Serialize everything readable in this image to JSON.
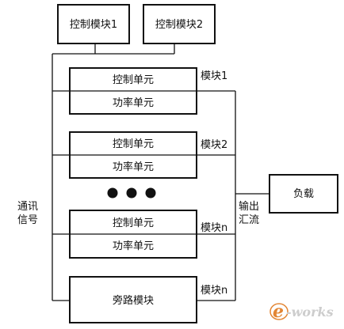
{
  "control_modules": [
    "控制模块1",
    "控制模块2"
  ],
  "stack": [
    {
      "top": "控制单元",
      "bottom": "功率单元",
      "tag": "模块1"
    },
    {
      "top": "控制单元",
      "bottom": "功率单元",
      "tag": "模块2"
    },
    {
      "top": "控制单元",
      "bottom": "功率单元",
      "tag": "模块n"
    }
  ],
  "bypass": {
    "label": "旁路模块",
    "tag": "模块n"
  },
  "comm_signal": [
    "通讯",
    "信号"
  ],
  "output_bus": [
    "输出",
    "汇流"
  ],
  "load": "负载",
  "watermark": {
    "e": "e",
    "rest": "-works",
    "icon": "e-works-logo"
  }
}
